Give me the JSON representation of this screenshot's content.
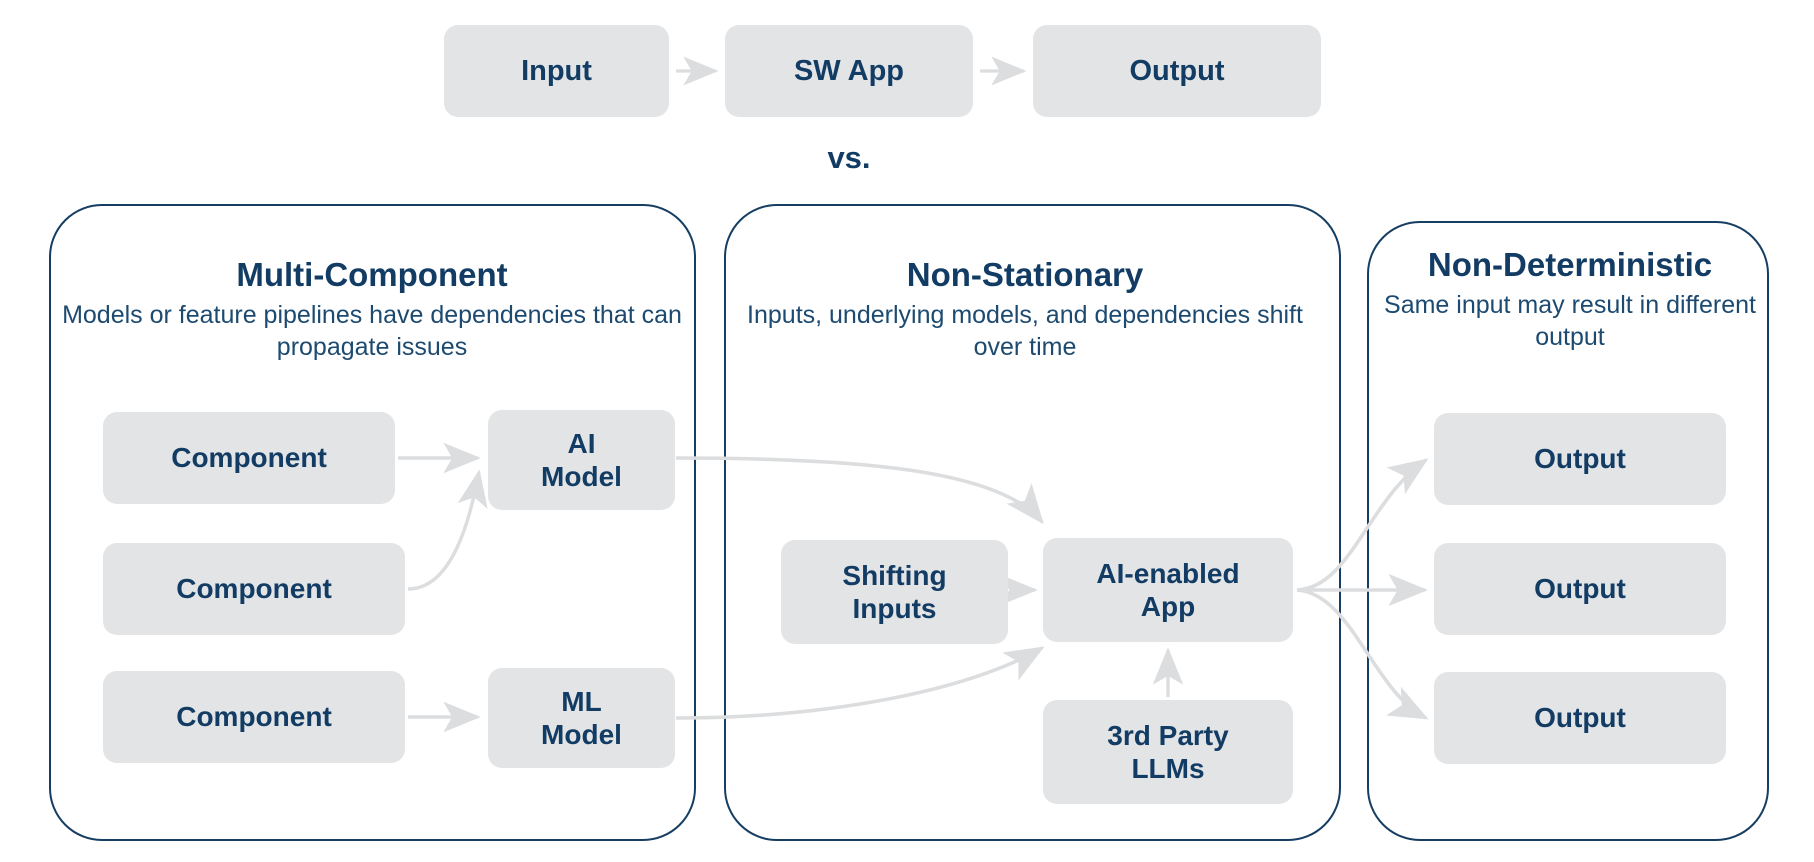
{
  "top_flow": {
    "nodes": [
      {
        "id": "input",
        "label": "Input"
      },
      {
        "id": "sw_app",
        "label": "SW App"
      },
      {
        "id": "output",
        "label": "Output"
      }
    ],
    "arrows": [
      "Input to SW App",
      "SW App to Output"
    ]
  },
  "vs_label": "vs.",
  "panels": [
    {
      "id": "multi-component",
      "title": "Multi-Component",
      "subtitle": "Models or feature pipelines have dependencies that can propagate issues",
      "nodes": [
        {
          "id": "component-1",
          "label": "Component"
        },
        {
          "id": "component-2",
          "label": "Component"
        },
        {
          "id": "component-3",
          "label": "Component"
        },
        {
          "id": "ai-model",
          "label": "AI\nModel"
        },
        {
          "id": "ml-model",
          "label": "ML\nModel"
        }
      ]
    },
    {
      "id": "non-stationary",
      "title": "Non-Stationary",
      "subtitle": "Inputs, underlying models, and dependencies shift over time",
      "nodes": [
        {
          "id": "shifting-inputs",
          "label": "Shifting\nInputs"
        },
        {
          "id": "ai-enabled-app",
          "label": "AI-enabled\nApp"
        },
        {
          "id": "third-party-llms",
          "label": "3rd Party\nLLMs"
        }
      ]
    },
    {
      "id": "non-deterministic",
      "title": "Non-Deterministic",
      "subtitle": "Same input may result in different output",
      "nodes": [
        {
          "id": "output-1",
          "label": "Output"
        },
        {
          "id": "output-2",
          "label": "Output"
        },
        {
          "id": "output-3",
          "label": "Output"
        }
      ]
    }
  ],
  "colors": {
    "navy": "#123c64",
    "panel_border": "#163e63",
    "node_fill": "#e3e4e6",
    "arrow": "#dcdddf",
    "background": "#ffffff"
  }
}
